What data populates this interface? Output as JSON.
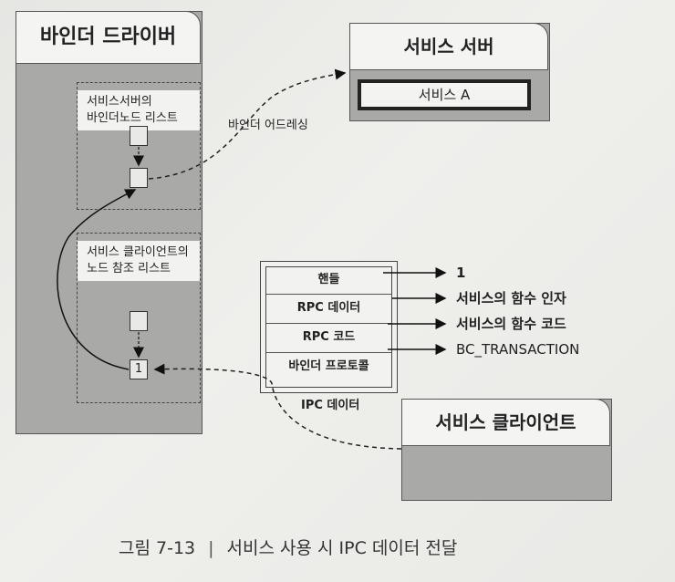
{
  "driver": {
    "title": "바인더 드라이버",
    "server_list_label": [
      "서비스서버의",
      "바인더노드 리스트"
    ],
    "client_list_label": [
      "서비스 클라이언트의",
      "노드 참조 리스트"
    ],
    "client_ref_value": "1"
  },
  "edge_label": "바인더 어드레싱",
  "server": {
    "title": "서비스 서버",
    "service": "서비스 A"
  },
  "client": {
    "title": "서비스 클라이언트"
  },
  "ipc": {
    "caption": "IPC 데이터",
    "rows": [
      {
        "label": "핸들",
        "value": "1"
      },
      {
        "label": "RPC 데이터",
        "value": "서비스의 함수 인자"
      },
      {
        "label": "RPC 코드",
        "value": "서비스의 함수 코드"
      },
      {
        "label": "바인더 프로토콜",
        "value": "BC_TRANSACTION"
      }
    ]
  },
  "figure_caption": {
    "number": "그림 7-13",
    "separator": "|",
    "text": "서비스 사용 시 IPC 데이터 전달"
  }
}
